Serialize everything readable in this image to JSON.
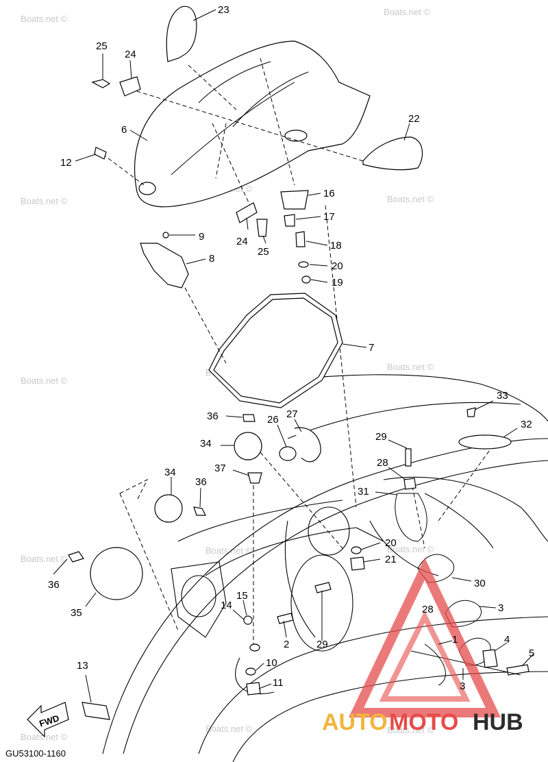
{
  "diagram": {
    "code": "GU53100-1160",
    "direction_label": "FWD",
    "brand": {
      "text_a": "AUTO",
      "text_b": "MOTO",
      "text_c": "HUB"
    },
    "watermark": "Boats.net ©",
    "callouts": {
      "c1": "1",
      "c2": "2",
      "c3a": "3",
      "c3b": "3",
      "c4": "4",
      "c5": "5",
      "c6": "6",
      "c7": "7",
      "c8": "8",
      "c9": "9",
      "c10": "10",
      "c11": "11",
      "c12": "12",
      "c13": "13",
      "c14": "14",
      "c15": "15",
      "c16": "16",
      "c17": "17",
      "c18": "18",
      "c19": "19",
      "c20a": "20",
      "c20b": "20",
      "c21": "21",
      "c22": "22",
      "c23": "23",
      "c24a": "24",
      "c24b": "24",
      "c25a": "25",
      "c25b": "25",
      "c26": "26",
      "c27": "27",
      "c28a": "28",
      "c28b": "28",
      "c29a": "29",
      "c29b": "29",
      "c30": "30",
      "c31": "31",
      "c32": "32",
      "c33": "33",
      "c34a": "34",
      "c34b": "34",
      "c35": "35",
      "c36a": "36",
      "c36b": "36",
      "c36c": "36",
      "c37": "37"
    }
  }
}
